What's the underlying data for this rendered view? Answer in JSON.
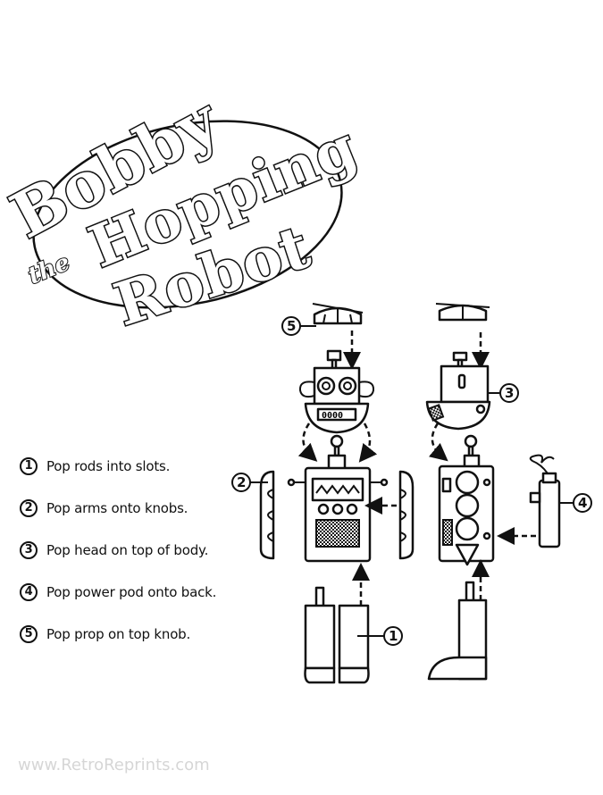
{
  "title": {
    "line1": "Bobby",
    "the": "the",
    "line2": "Hopping",
    "line3": "Robot"
  },
  "steps": [
    {
      "num": "1",
      "text": "Pop rods into slots."
    },
    {
      "num": "2",
      "text": "Pop arms onto knobs."
    },
    {
      "num": "3",
      "text": "Pop head on top of body."
    },
    {
      "num": "4",
      "text": "Pop power pod onto back."
    },
    {
      "num": "5",
      "text": "Pop prop on top knob."
    }
  ],
  "callouts": {
    "c1": "1",
    "c2": "2",
    "c3": "3",
    "c4": "4",
    "c5": "5"
  },
  "head_display": "0000",
  "footer": "www.RetroReprints.com"
}
